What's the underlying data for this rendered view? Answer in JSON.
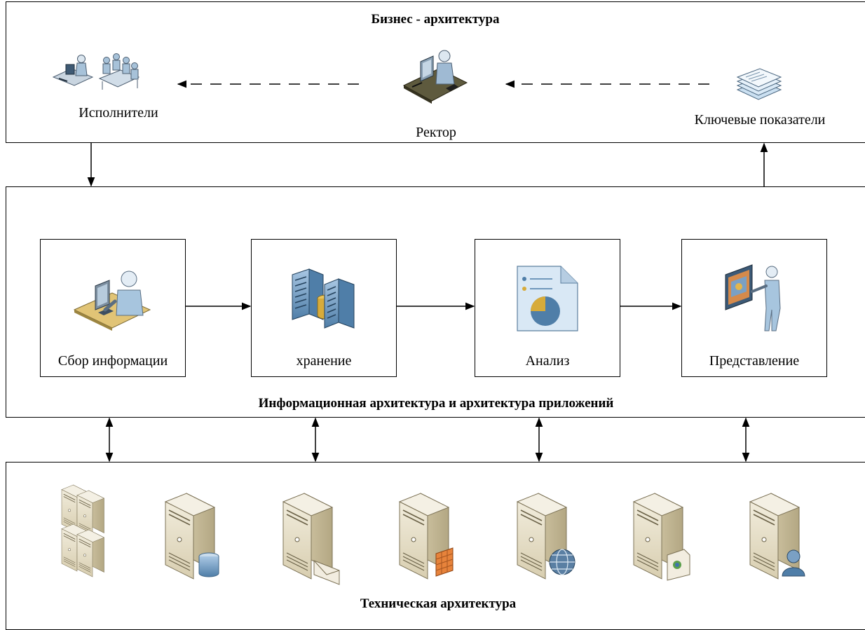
{
  "business": {
    "title": "Бизнес - архитектура",
    "executors_label": "Исполнители",
    "rector_label": "Ректор",
    "kpi_label": "Ключевые показатели"
  },
  "info": {
    "title": "Информационная архитектура и архитектура приложений",
    "steps": [
      {
        "label": "Сбор информации",
        "icon": "user-at-computer-icon"
      },
      {
        "label": "хранение",
        "icon": "database-servers-icon"
      },
      {
        "label": "Анализ",
        "icon": "analysis-report-icon"
      },
      {
        "label": "Представление",
        "icon": "presenter-icon"
      }
    ]
  },
  "technical": {
    "title": "Техническая архитектура",
    "servers": [
      {
        "icon": "server-cluster-icon"
      },
      {
        "icon": "database-server-icon"
      },
      {
        "icon": "mail-server-icon"
      },
      {
        "icon": "firewall-server-icon"
      },
      {
        "icon": "web-server-icon"
      },
      {
        "icon": "file-server-icon"
      },
      {
        "icon": "directory-server-icon"
      }
    ]
  },
  "colors": {
    "line": "#000000",
    "server_beige": "#e4dcc3",
    "server_dark": "#b9ae8f",
    "blue": "#6d93b5",
    "light_blue": "#b9d3e8"
  }
}
